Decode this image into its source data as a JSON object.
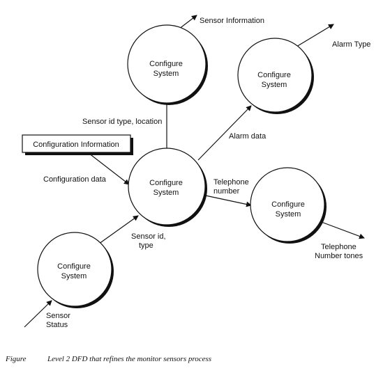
{
  "nodes": {
    "top": {
      "line1": "Configure",
      "line2": "System"
    },
    "alarm": {
      "line1": "Configure",
      "line2": "System"
    },
    "center": {
      "line1": "Configure",
      "line2": "System"
    },
    "telephone": {
      "line1": "Configure",
      "line2": "System"
    },
    "bottom": {
      "line1": "Configure",
      "line2": "System"
    }
  },
  "external_entity": {
    "label": "Configuration Information"
  },
  "flows": {
    "sensor_information": "Sensor Information",
    "alarm_type": "Alarm Type",
    "sensor_id_type_location": "Sensor id type, location",
    "alarm_data": "Alarm data",
    "configuration_data": "Configuration data",
    "telephone_number_1": "Telephone",
    "telephone_number_2": "number",
    "sensor_id_1": "Sensor id,",
    "sensor_id_2": "type",
    "telephone_tones_1": "Telephone",
    "telephone_tones_2": "Number tones",
    "sensor_status_1": "Sensor",
    "sensor_status_2": "Status"
  },
  "caption": {
    "prefix": "Figure",
    "text": "Level 2 DFD that refines the monitor sensors process"
  }
}
